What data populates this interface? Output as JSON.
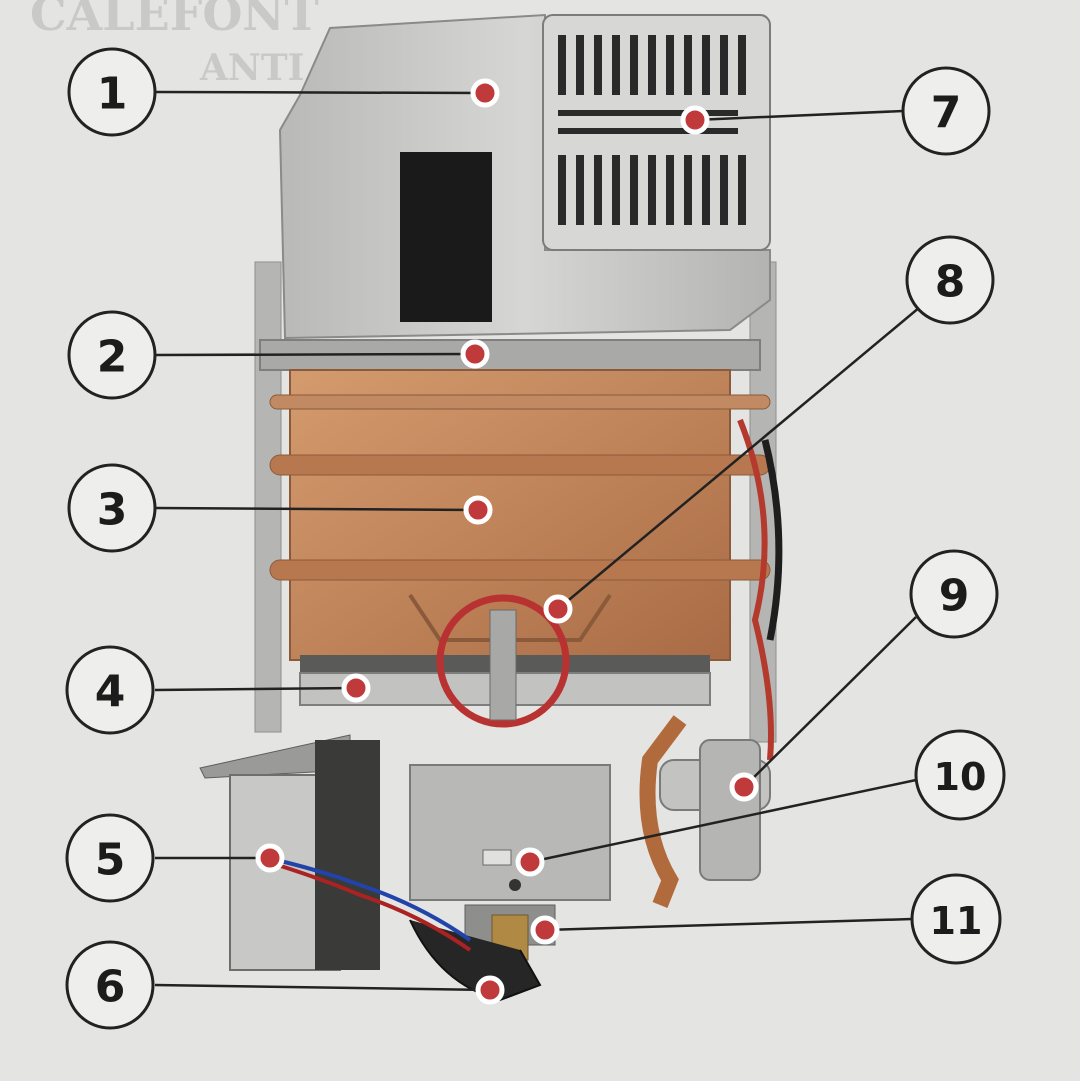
{
  "figure": {
    "title": "CALEFONT",
    "subtitle": "ANTI"
  },
  "callouts": [
    {
      "id": 1,
      "label": "1"
    },
    {
      "id": 2,
      "label": "2"
    },
    {
      "id": 3,
      "label": "3"
    },
    {
      "id": 4,
      "label": "4"
    },
    {
      "id": 5,
      "label": "5"
    },
    {
      "id": 6,
      "label": "6"
    },
    {
      "id": 7,
      "label": "7"
    },
    {
      "id": 8,
      "label": "8"
    },
    {
      "id": 9,
      "label": "9"
    },
    {
      "id": 10,
      "label": "10"
    },
    {
      "id": 11,
      "label": "11"
    }
  ],
  "colors": {
    "page": "#e4e4e2",
    "marker": "#c0393b",
    "outline": "#222222",
    "copper": "#c58a5e",
    "sheet_metal": "#c9c9c7"
  }
}
